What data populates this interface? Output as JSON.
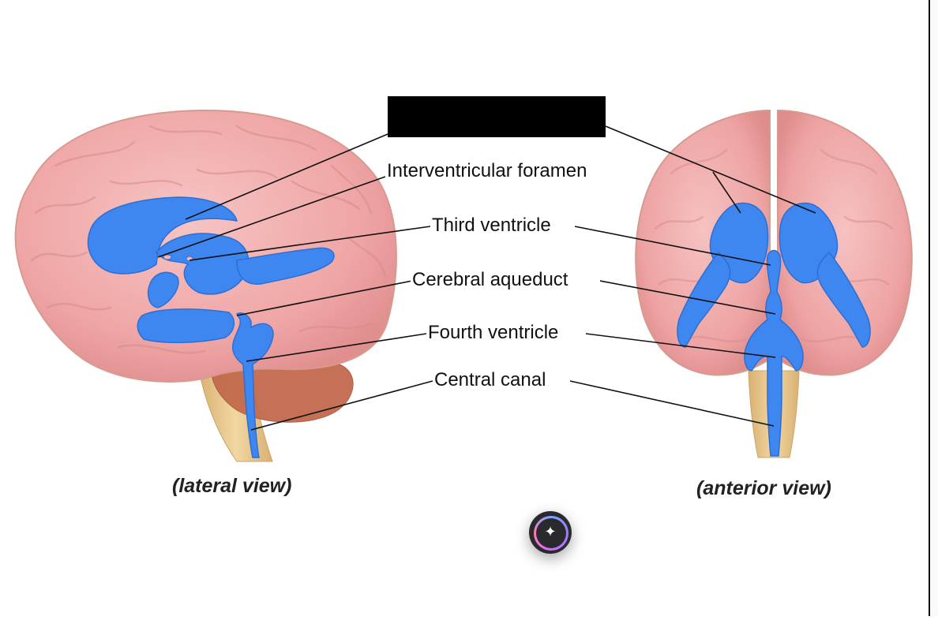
{
  "labels": {
    "interventricular_foramen": "Interventricular foramen",
    "third_ventricle": "Third ventricle",
    "cerebral_aqueduct": "Cerebral aqueduct",
    "fourth_ventricle": "Fourth ventricle",
    "central_canal": "Central canal"
  },
  "captions": {
    "lateral": "(lateral view)",
    "anterior": "(anterior view)"
  },
  "icons": {
    "assistant": "sparkle-icon"
  },
  "colors": {
    "brain": "#f1a8a8",
    "ventricles": "#3f87f0",
    "cerebellum": "#c86a4a",
    "brainstem": "#e9c98c",
    "redaction": "#000000"
  }
}
